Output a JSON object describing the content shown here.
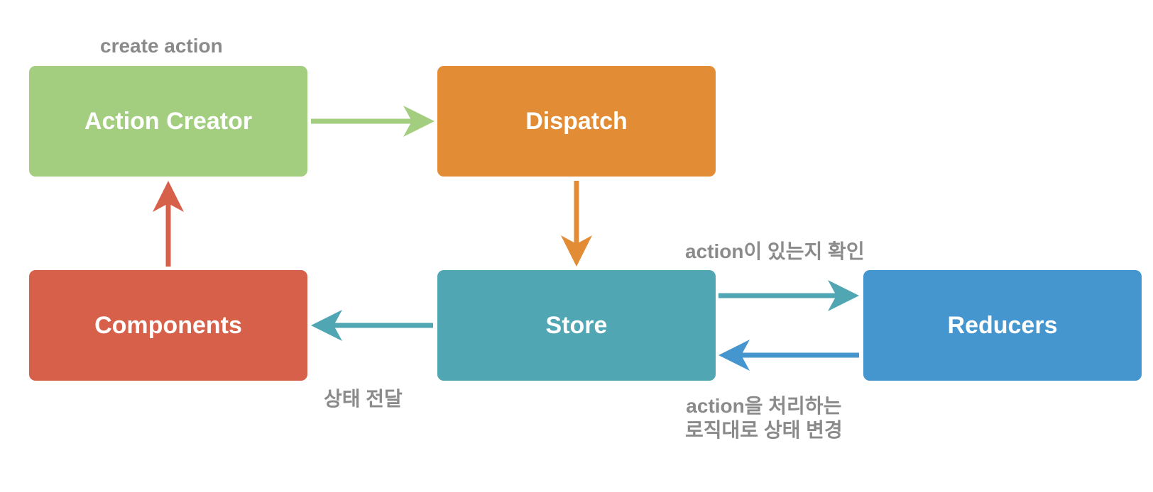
{
  "nodes": {
    "action_creator": {
      "label": "Action Creator",
      "color": "#a3cd7f"
    },
    "dispatch": {
      "label": "Dispatch",
      "color": "#e28c35"
    },
    "components": {
      "label": "Components",
      "color": "#d7604a"
    },
    "store": {
      "label": "Store",
      "color": "#50a6b2"
    },
    "reducers": {
      "label": "Reducers",
      "color": "#4595cf"
    }
  },
  "edge_labels": {
    "create_action": "create action",
    "check_action": "action이 있는지 확인",
    "pass_state": "상태 전달",
    "process_line1": "action을 처리하는",
    "process_line2": "로직대로 상태 변경"
  },
  "edges": [
    {
      "from": "Action Creator",
      "to": "Dispatch",
      "color": "#a3cd7f"
    },
    {
      "from": "Dispatch",
      "to": "Store",
      "color": "#e28c35"
    },
    {
      "from": "Store",
      "to": "Reducers",
      "color": "#50a6b2"
    },
    {
      "from": "Reducers",
      "to": "Store",
      "color": "#4595cf"
    },
    {
      "from": "Store",
      "to": "Components",
      "color": "#50a6b2"
    },
    {
      "from": "Components",
      "to": "Action Creator",
      "color": "#d7604a"
    }
  ],
  "colors": {
    "label_text": "#8a8a8a",
    "node_text": "#ffffff"
  }
}
